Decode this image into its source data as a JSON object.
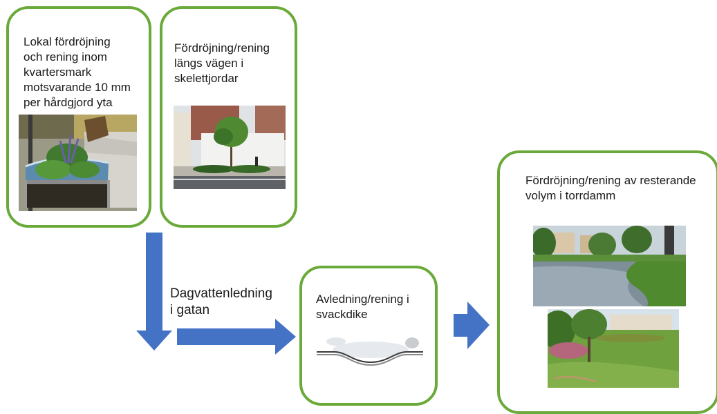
{
  "colors": {
    "box_border": "#6aaa3a",
    "arrow": "#4472c4"
  },
  "boxes": {
    "local": {
      "text": "Lokal fördröjning\noch rening inom\nkvartersmark\nmotsvarande 10 mm\nper hårdgjord yta"
    },
    "road": {
      "text": "Fördröjning/rening\nlängs vägen i\nskelettjordar"
    },
    "swale": {
      "text": "Avledning/rening i\nsvackdike"
    },
    "pond": {
      "text": "Fördröjning/rening av resterande\nvolym i torrdamm"
    }
  },
  "arrows": {
    "pipe_label": "Dagvattenledning\ni gatan"
  }
}
